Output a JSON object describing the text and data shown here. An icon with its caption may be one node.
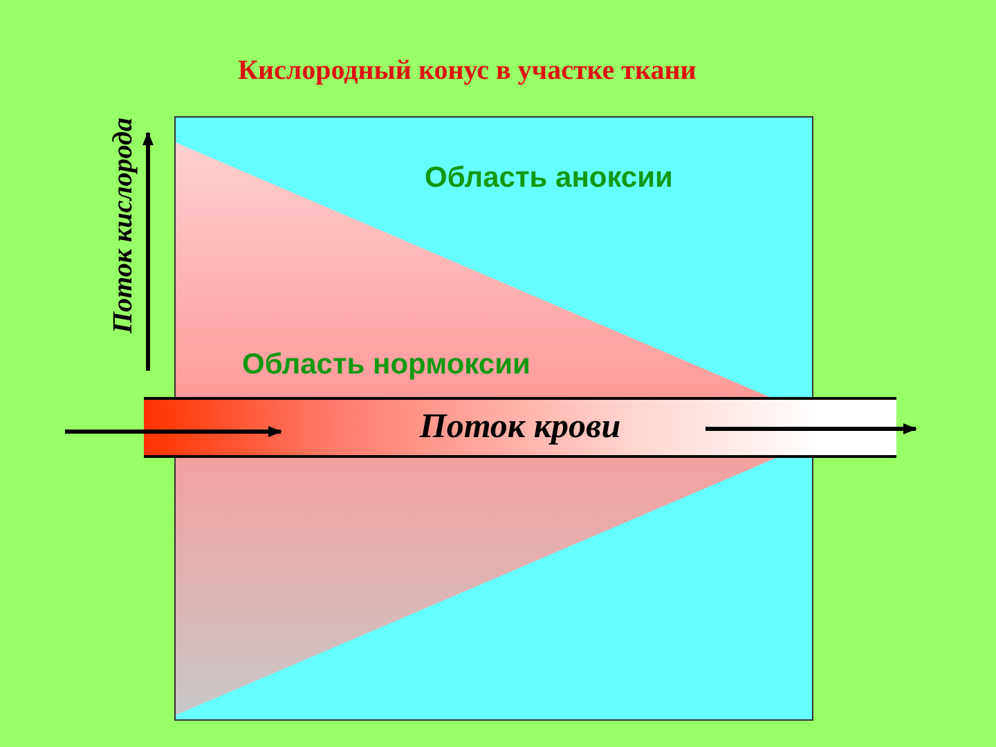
{
  "diagram": {
    "title": "Кислородный конус в участке ткани",
    "nodes": [
      {
        "text": [
          "Область аноксии"
        ]
      },
      {
        "text": [
          "Поток крови"
        ]
      }
    ],
    "labels": [
      "Поток кислорода",
      "Область нормоксии"
    ]
  }
}
